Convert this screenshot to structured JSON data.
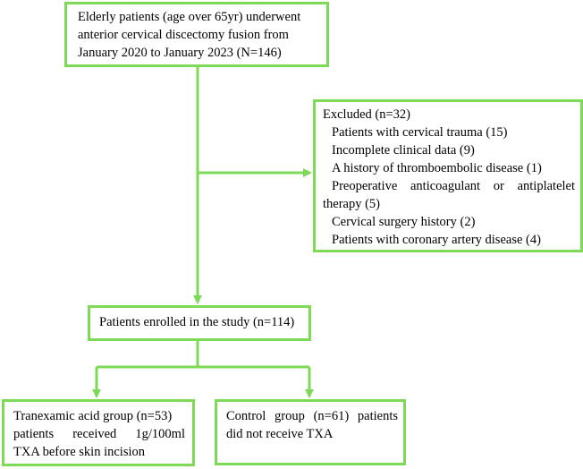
{
  "nodes": {
    "top": {
      "lines": [
        "Elderly patients (age over 65yr) underwent",
        "anterior cervical discectomy fusion from",
        "January 2020 to January 2023 (N=146)"
      ]
    },
    "excluded": {
      "title": "Excluded (n=32)",
      "items": [
        "Patients with cervical trauma (15)",
        "Incomplete clinical data (9)",
        "A history of thromboembolic disease (1)",
        "Preoperative anticoagulant or antiplatelet",
        "therapy (5)",
        "Cervical surgery history (2)",
        "Patients with coronary artery disease (4)"
      ]
    },
    "enrolled": {
      "label": "Patients enrolled in the study (n=114)"
    },
    "txa_group": {
      "lines": [
        "Tranexamic acid group (n=53)",
        "patients received 1g/100ml",
        "TXA before skin incision"
      ]
    },
    "control_group": {
      "lines": [
        "Control group (n=61) patients",
        "did not receive TXA"
      ]
    }
  },
  "colors": {
    "border": "#7ed957",
    "arrow": "#7ed957",
    "text": "#000000"
  }
}
